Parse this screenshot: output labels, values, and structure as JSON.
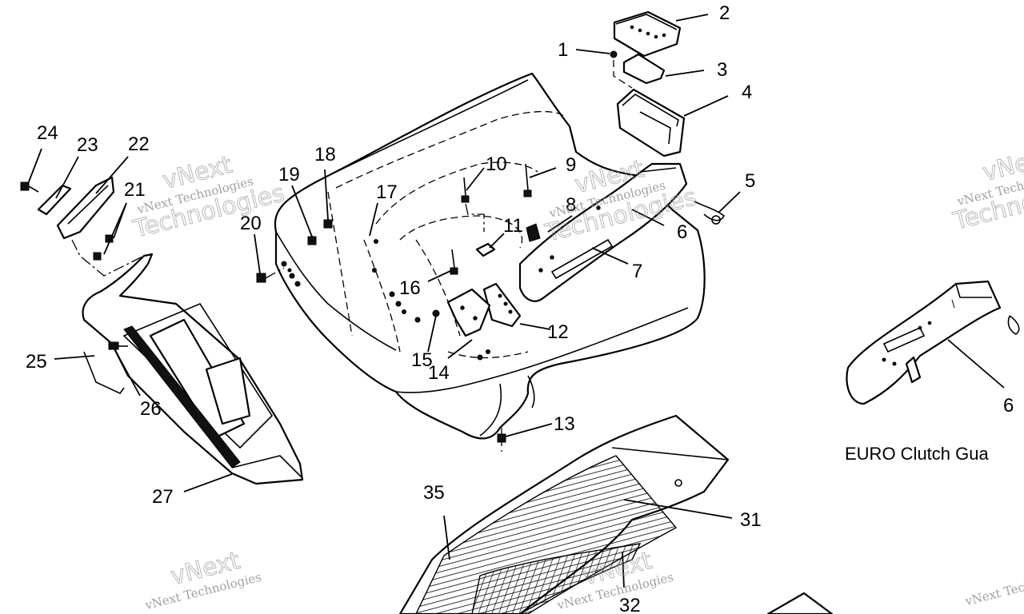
{
  "callouts": [
    "1",
    "2",
    "3",
    "4",
    "5",
    "6",
    "7",
    "8",
    "9",
    "10",
    "11",
    "12",
    "13",
    "14",
    "15",
    "16",
    "17",
    "18",
    "19",
    "20",
    "21",
    "22",
    "23",
    "24",
    "25",
    "26",
    "27",
    "31",
    "32",
    "35"
  ],
  "inset_callout": "6",
  "inset_caption": "EURO Clutch Gua",
  "watermark": {
    "small": "vNext Technologies",
    "large_1": "vNext",
    "large_2": "Technologies"
  }
}
